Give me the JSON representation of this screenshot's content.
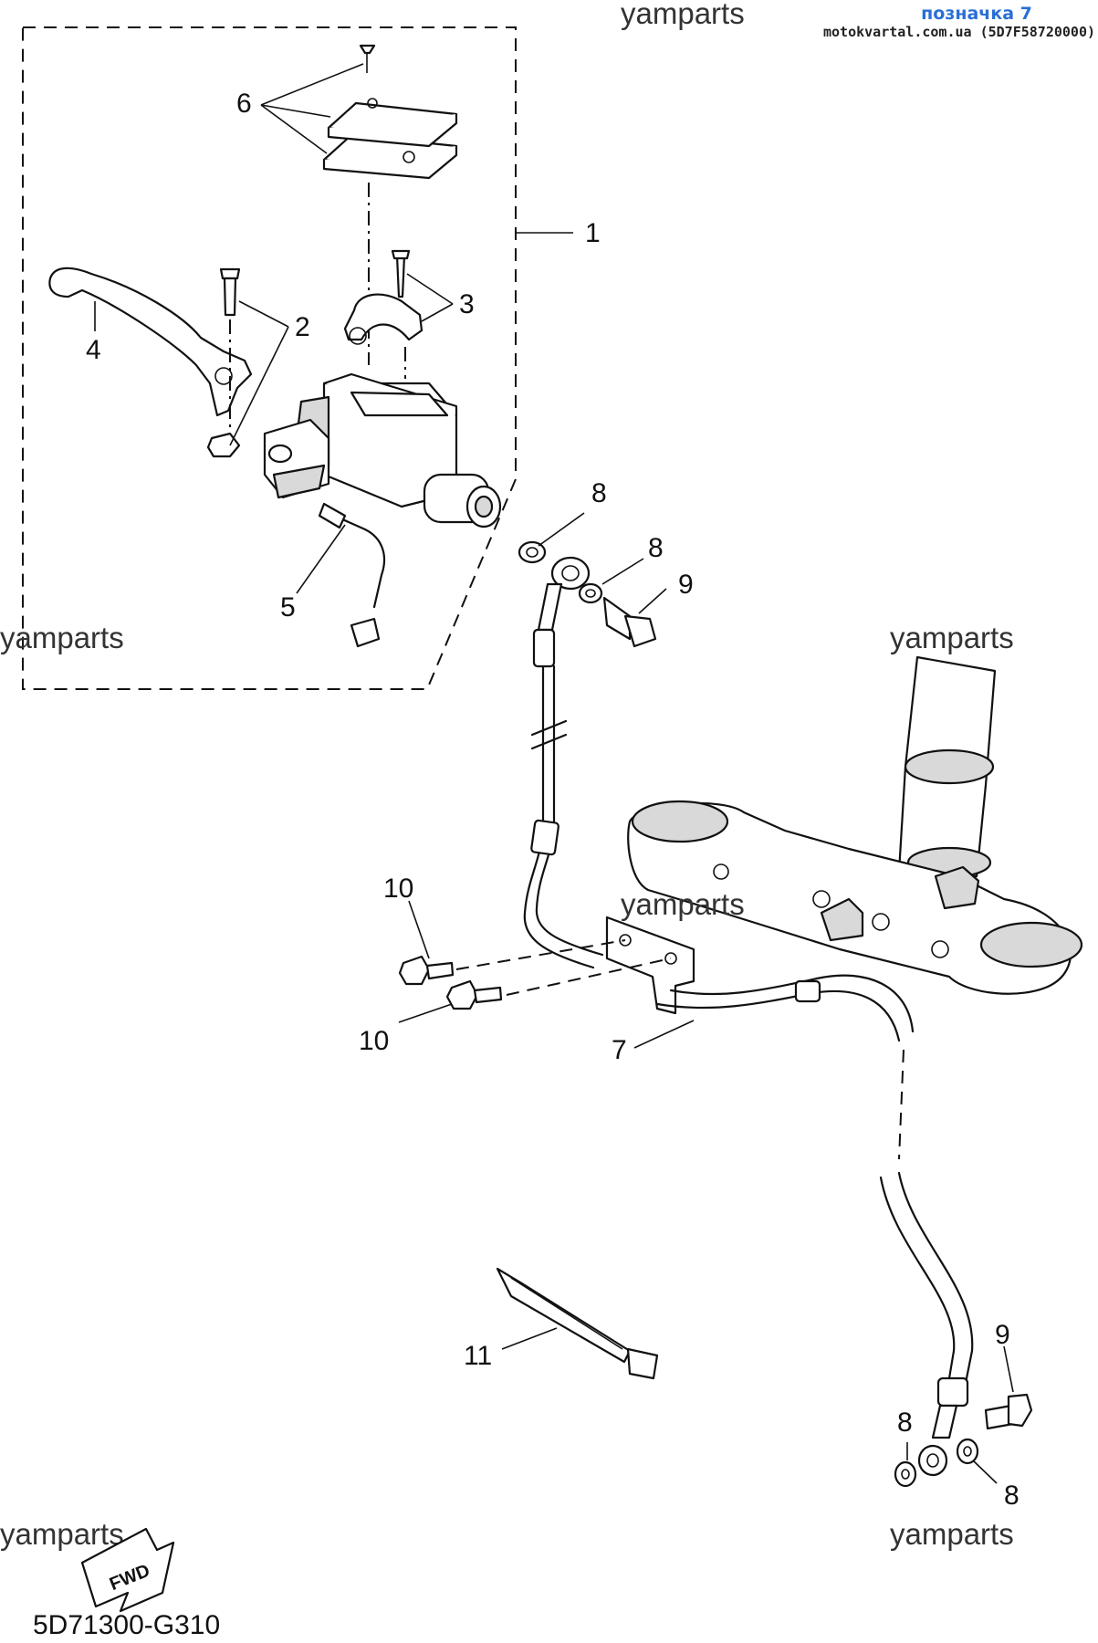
{
  "header": {
    "site_label": "позначка 7",
    "site_url": "motokvartal.com.ua (5D7F58720000)"
  },
  "watermarks": [
    "yamparts",
    "yamparts",
    "yamparts",
    "yamparts",
    "yamparts",
    "yamparts"
  ],
  "callouts": [
    "1",
    "2",
    "3",
    "4",
    "5",
    "6",
    "7",
    "8",
    "8",
    "8",
    "8",
    "9",
    "9",
    "10",
    "10",
    "11"
  ],
  "badge": "FWD",
  "diagram_code": "5D71300-G310"
}
